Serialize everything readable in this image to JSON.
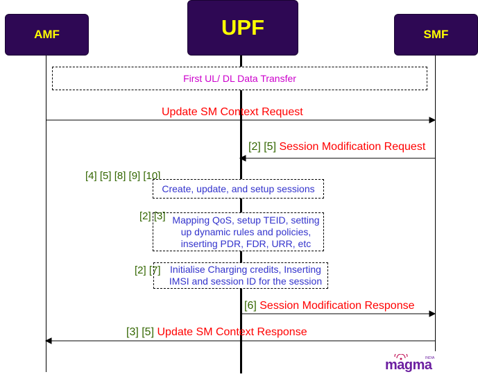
{
  "actors": {
    "amf": "AMF",
    "upf": "UPF",
    "smf": "SMF"
  },
  "boxes": {
    "first_transfer": "First UL/ DL Data Transfer",
    "create_sessions": "Create, update, and setup sessions",
    "mapping_qos": "Mapping QoS, setup TEID, setting up dynamic rules and policies, inserting PDR, FDR, URR, etc",
    "charging": "Initialise Charging credits, Inserting IMSI and session ID for the session"
  },
  "messages": {
    "update_request": {
      "refs": "",
      "label": "Update SM Context Request"
    },
    "session_mod_request": {
      "refs": "[2] [5]",
      "label": "Session Modification Request"
    },
    "session_mod_response": {
      "refs": "[6]",
      "label": "Session Modification Response"
    },
    "update_response": {
      "refs": "[3] [5]",
      "label": "Update SM Context Response"
    }
  },
  "notes": {
    "create_refs": "[4] [5] [8] [9] [10]",
    "mapping_refs": "[2] [3]",
    "charging_refs": "[2] [7]"
  },
  "logo": {
    "text": "magma",
    "subtext": "INDIA",
    "color": "#6b1fa0"
  },
  "colors": {
    "actor_bg": "#2e0854",
    "actor_text": "#ffff00",
    "message": "#ff0000",
    "reference": "#336600",
    "box_text": "#3333cc",
    "first_transfer_text": "#cc00cc"
  }
}
